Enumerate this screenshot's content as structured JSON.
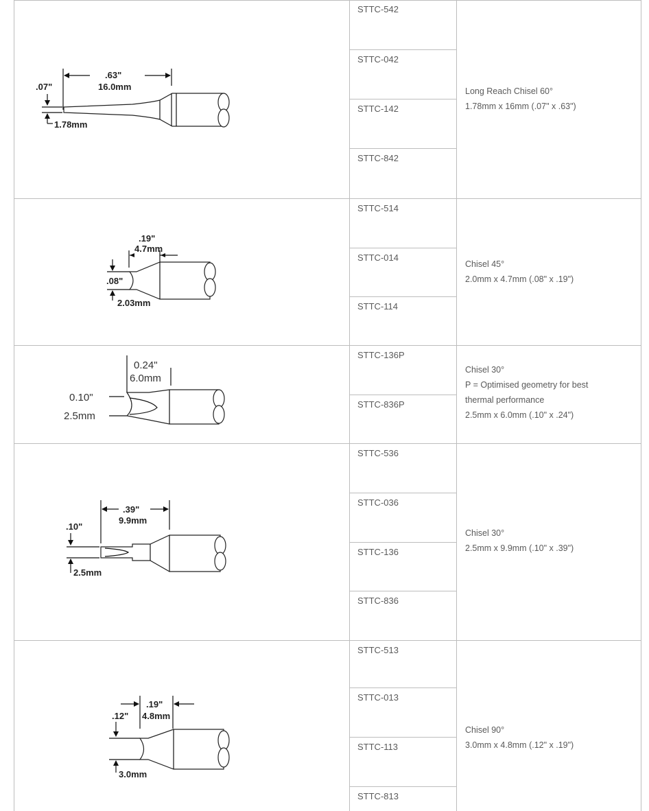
{
  "rows": [
    {
      "parts": [
        "STTC-542",
        "STTC-042",
        "STTC-142",
        "STTC-842"
      ],
      "description": [
        "Long Reach Chisel 60°",
        "1.78mm x 16mm (.07\" x .63\")"
      ],
      "dims": {
        "in_a": ".07\"",
        "in_b": ".63\"",
        "mm_b": "16.0mm",
        "mm_a": "1.78mm"
      },
      "drawing_icon": "long-reach-chisel-tip-drawing"
    },
    {
      "parts": [
        "STTC-514",
        "STTC-014",
        "STTC-114"
      ],
      "description": [
        "Chisel 45°",
        "2.0mm x 4.7mm (.08\" x .19\")"
      ],
      "dims": {
        "in_b": ".19\"",
        "mm_b": "4.7mm",
        "in_a": ".08\"",
        "mm_a": "2.03mm"
      },
      "drawing_icon": "chisel-45-tip-drawing"
    },
    {
      "parts": [
        "STTC-136P",
        "STTC-836P"
      ],
      "description": [
        "Chisel 30°",
        "P = Optimised geometry for best",
        "thermal performance",
        "2.5mm x 6.0mm (.10\" x .24\")"
      ],
      "dims": {
        "in_b": "0.24\"",
        "mm_b": "6.0mm",
        "in_a": "0.10\"",
        "mm_a": "2.5mm"
      },
      "drawing_icon": "chisel-30-optimised-tip-drawing"
    },
    {
      "parts": [
        "STTC-536",
        "STTC-036",
        "STTC-136",
        "STTC-836"
      ],
      "description": [
        "Chisel 30°",
        "2.5mm x 9.9mm (.10\" x .39\")"
      ],
      "dims": {
        "in_b": ".39\"",
        "mm_b": "9.9mm",
        "in_a": ".10\"",
        "mm_a": "2.5mm"
      },
      "drawing_icon": "chisel-30-tip-drawing"
    },
    {
      "parts": [
        "STTC-513",
        "STTC-013",
        "STTC-113",
        "STTC-813"
      ],
      "description": [
        "Chisel 90°",
        "3.0mm x 4.8mm (.12\" x .19\")"
      ],
      "dims": {
        "in_b": ".19\"",
        "mm_b": "4.8mm",
        "in_a": ".12\"",
        "mm_a": "3.0mm"
      },
      "drawing_icon": "chisel-90-tip-drawing"
    }
  ]
}
